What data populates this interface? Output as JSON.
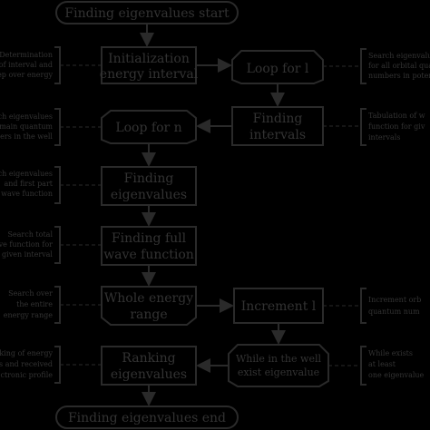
{
  "nodes": {
    "start": "Finding eigenvalues start",
    "init": [
      "Initialization",
      "energy interval"
    ],
    "loop_l": "Loop for l",
    "finding_intervals": [
      "Finding",
      "intervals"
    ],
    "loop_n": "Loop for n",
    "finding_eigen": [
      "Finding",
      "eigenvalues"
    ],
    "finding_full": [
      "Finding full",
      "wave function"
    ],
    "whole_energy": [
      "Whole energy",
      "range"
    ],
    "increment_l": "Increment l",
    "ranking": [
      "Ranking",
      "eigenvalues"
    ],
    "while_well": [
      "While in the well",
      "exist eigenvalue"
    ],
    "end": "Finding eigenvalues end"
  },
  "notes_left": [
    [
      "Determination",
      "of interval and",
      "step over energy"
    ],
    [
      "ch eigenvalues",
      "main quantum",
      "bers in the well"
    ],
    [
      "ch eigenvalues",
      "and first part",
      "wave function"
    ],
    [
      "Search total",
      "ave function for",
      "a given interval"
    ],
    [
      "Search over",
      "the entire",
      "energy range"
    ],
    [
      "aking of energy",
      "els and received",
      "ectronic profile"
    ]
  ],
  "notes_right": [
    [
      "Search eigenvalue",
      "for all orbital quan",
      "numbers in potent"
    ],
    [
      "Tabulation of w",
      "function for giv",
      "intervals"
    ],
    [
      "Increment orb",
      "quantum num"
    ],
    [
      "While exists",
      "at least",
      "one eigenvalue"
    ]
  ]
}
